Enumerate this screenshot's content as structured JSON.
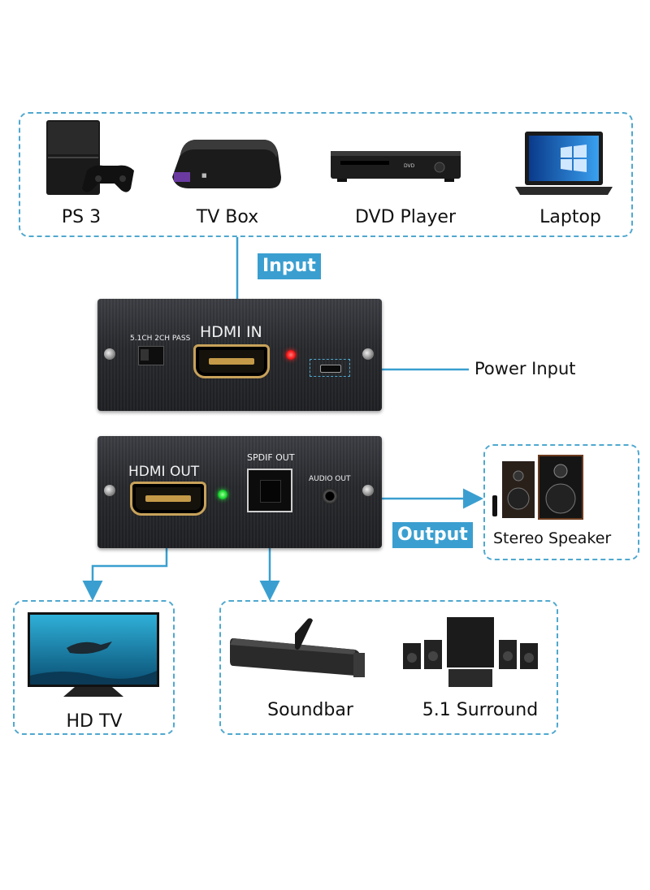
{
  "sources": {
    "ps3": "PS 3",
    "tv_box": "TV Box",
    "dvd_player": "DVD Player",
    "laptop": "Laptop"
  },
  "tags": {
    "input": "Input",
    "output": "Output"
  },
  "device_top": {
    "switch_label": "5.1CH 2CH PASS",
    "hdmi_in": "HDMI IN",
    "power_input": "Power Input"
  },
  "device_bottom": {
    "hdmi_out": "HDMI OUT",
    "spdif_out": "SPDIF OUT",
    "audio_out": "AUDIO OUT"
  },
  "outputs": {
    "stereo_speaker": "Stereo Speaker",
    "hd_tv": "HD TV",
    "soundbar": "Soundbar",
    "surround": "5.1 Surround"
  },
  "colors": {
    "accent": "#3a9fd0",
    "led_red": "#ff2020",
    "led_green": "#22dd33"
  }
}
